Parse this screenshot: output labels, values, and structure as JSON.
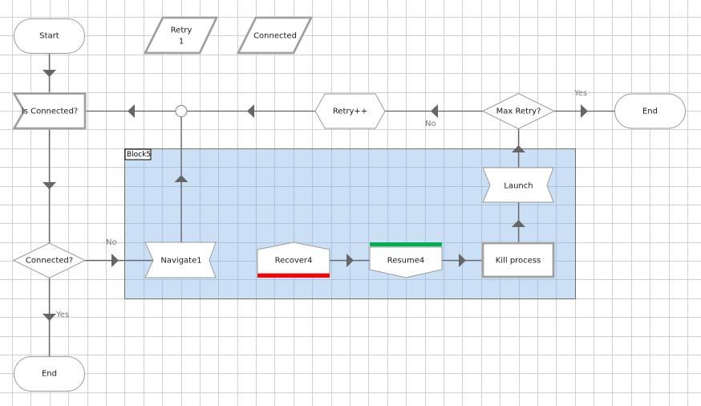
{
  "diagram": {
    "block": {
      "label": "Block5",
      "fill": "#cce0f5"
    },
    "nodes": {
      "start": {
        "label": "Start",
        "shape": "terminator"
      },
      "retry_var": {
        "label_line1": "Retry",
        "label_line2": "1",
        "shape": "parallelogram"
      },
      "connected_var": {
        "label": "Connected",
        "shape": "parallelogram"
      },
      "is_connected": {
        "label": "Is Connected?",
        "shape": "notched-rect"
      },
      "retry_inc": {
        "label": "Retry++",
        "shape": "hexagon"
      },
      "max_retry": {
        "label": "Max Retry?",
        "shape": "diamond"
      },
      "end_right": {
        "label": "End",
        "shape": "terminator"
      },
      "launch": {
        "label": "Launch",
        "shape": "double-notched"
      },
      "connected_decision": {
        "label": "Connected?",
        "shape": "diamond"
      },
      "navigate": {
        "label": "Navigate1",
        "shape": "double-notched"
      },
      "recover": {
        "label": "Recover4",
        "shape": "pentagon-up",
        "status_color": "#ff0000"
      },
      "resume": {
        "label": "Resume4",
        "shape": "pentagon-down",
        "status_color": "#00b050"
      },
      "kill_process": {
        "label": "Kill process",
        "shape": "rect"
      },
      "end_bottom": {
        "label": "End",
        "shape": "terminator"
      }
    },
    "edge_labels": {
      "max_retry_no": "No",
      "max_retry_yes": "Yes",
      "connected_no": "No",
      "connected_yes": "Yes"
    }
  }
}
